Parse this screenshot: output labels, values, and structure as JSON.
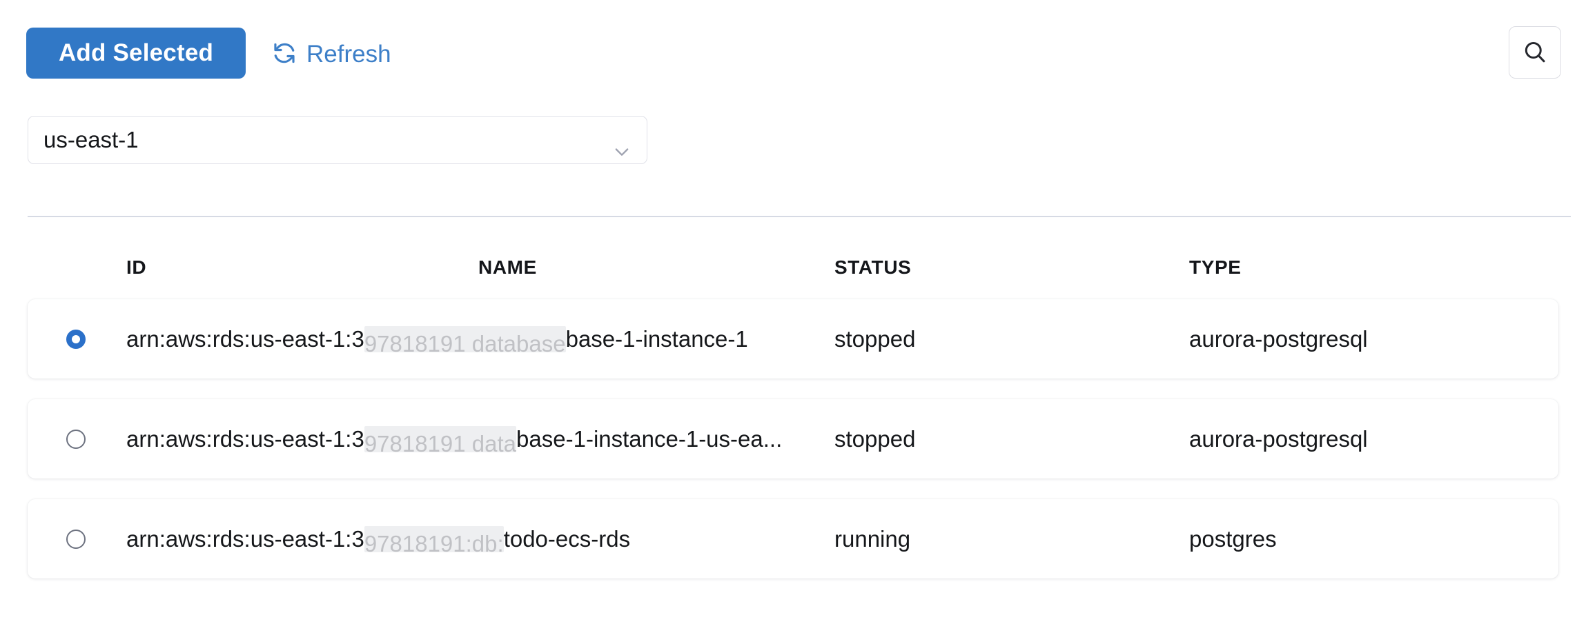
{
  "toolbar": {
    "add_selected_label": "Add Selected",
    "refresh_label": "Refresh",
    "refresh_icon": "refresh-icon",
    "search_icon": "search-icon"
  },
  "region_filter": {
    "selected": "us-east-1",
    "chevron_icon": "chevron-down-icon",
    "options": [
      "us-east-1"
    ]
  },
  "table": {
    "columns": [
      "ID",
      "NAME",
      "STATUS",
      "TYPE"
    ],
    "rows": [
      {
        "selected": true,
        "id_prefix": "arn:aws:rds:us-east-1:3",
        "id_redacted": "97818191 database",
        "id_suffix": "base-1-instance-1",
        "name": "",
        "status": "stopped",
        "type": "aurora-postgresql"
      },
      {
        "selected": false,
        "id_prefix": "arn:aws:rds:us-east-1:3",
        "id_redacted": "97818191 data",
        "id_suffix": "base-1-instance-1-us-ea...",
        "name": "",
        "status": "stopped",
        "type": "aurora-postgresql"
      },
      {
        "selected": false,
        "id_prefix": "arn:aws:rds:us-east-1:3",
        "id_redacted": "97818191:db:",
        "id_suffix": "todo-ecs-rds",
        "name": "",
        "status": "running",
        "type": "postgres"
      }
    ]
  },
  "colors": {
    "primary": "#3178c6",
    "link": "#3d7fc8",
    "radio_checked": "#2b70c9",
    "divider": "#d6dae4",
    "text": "#15171a"
  }
}
